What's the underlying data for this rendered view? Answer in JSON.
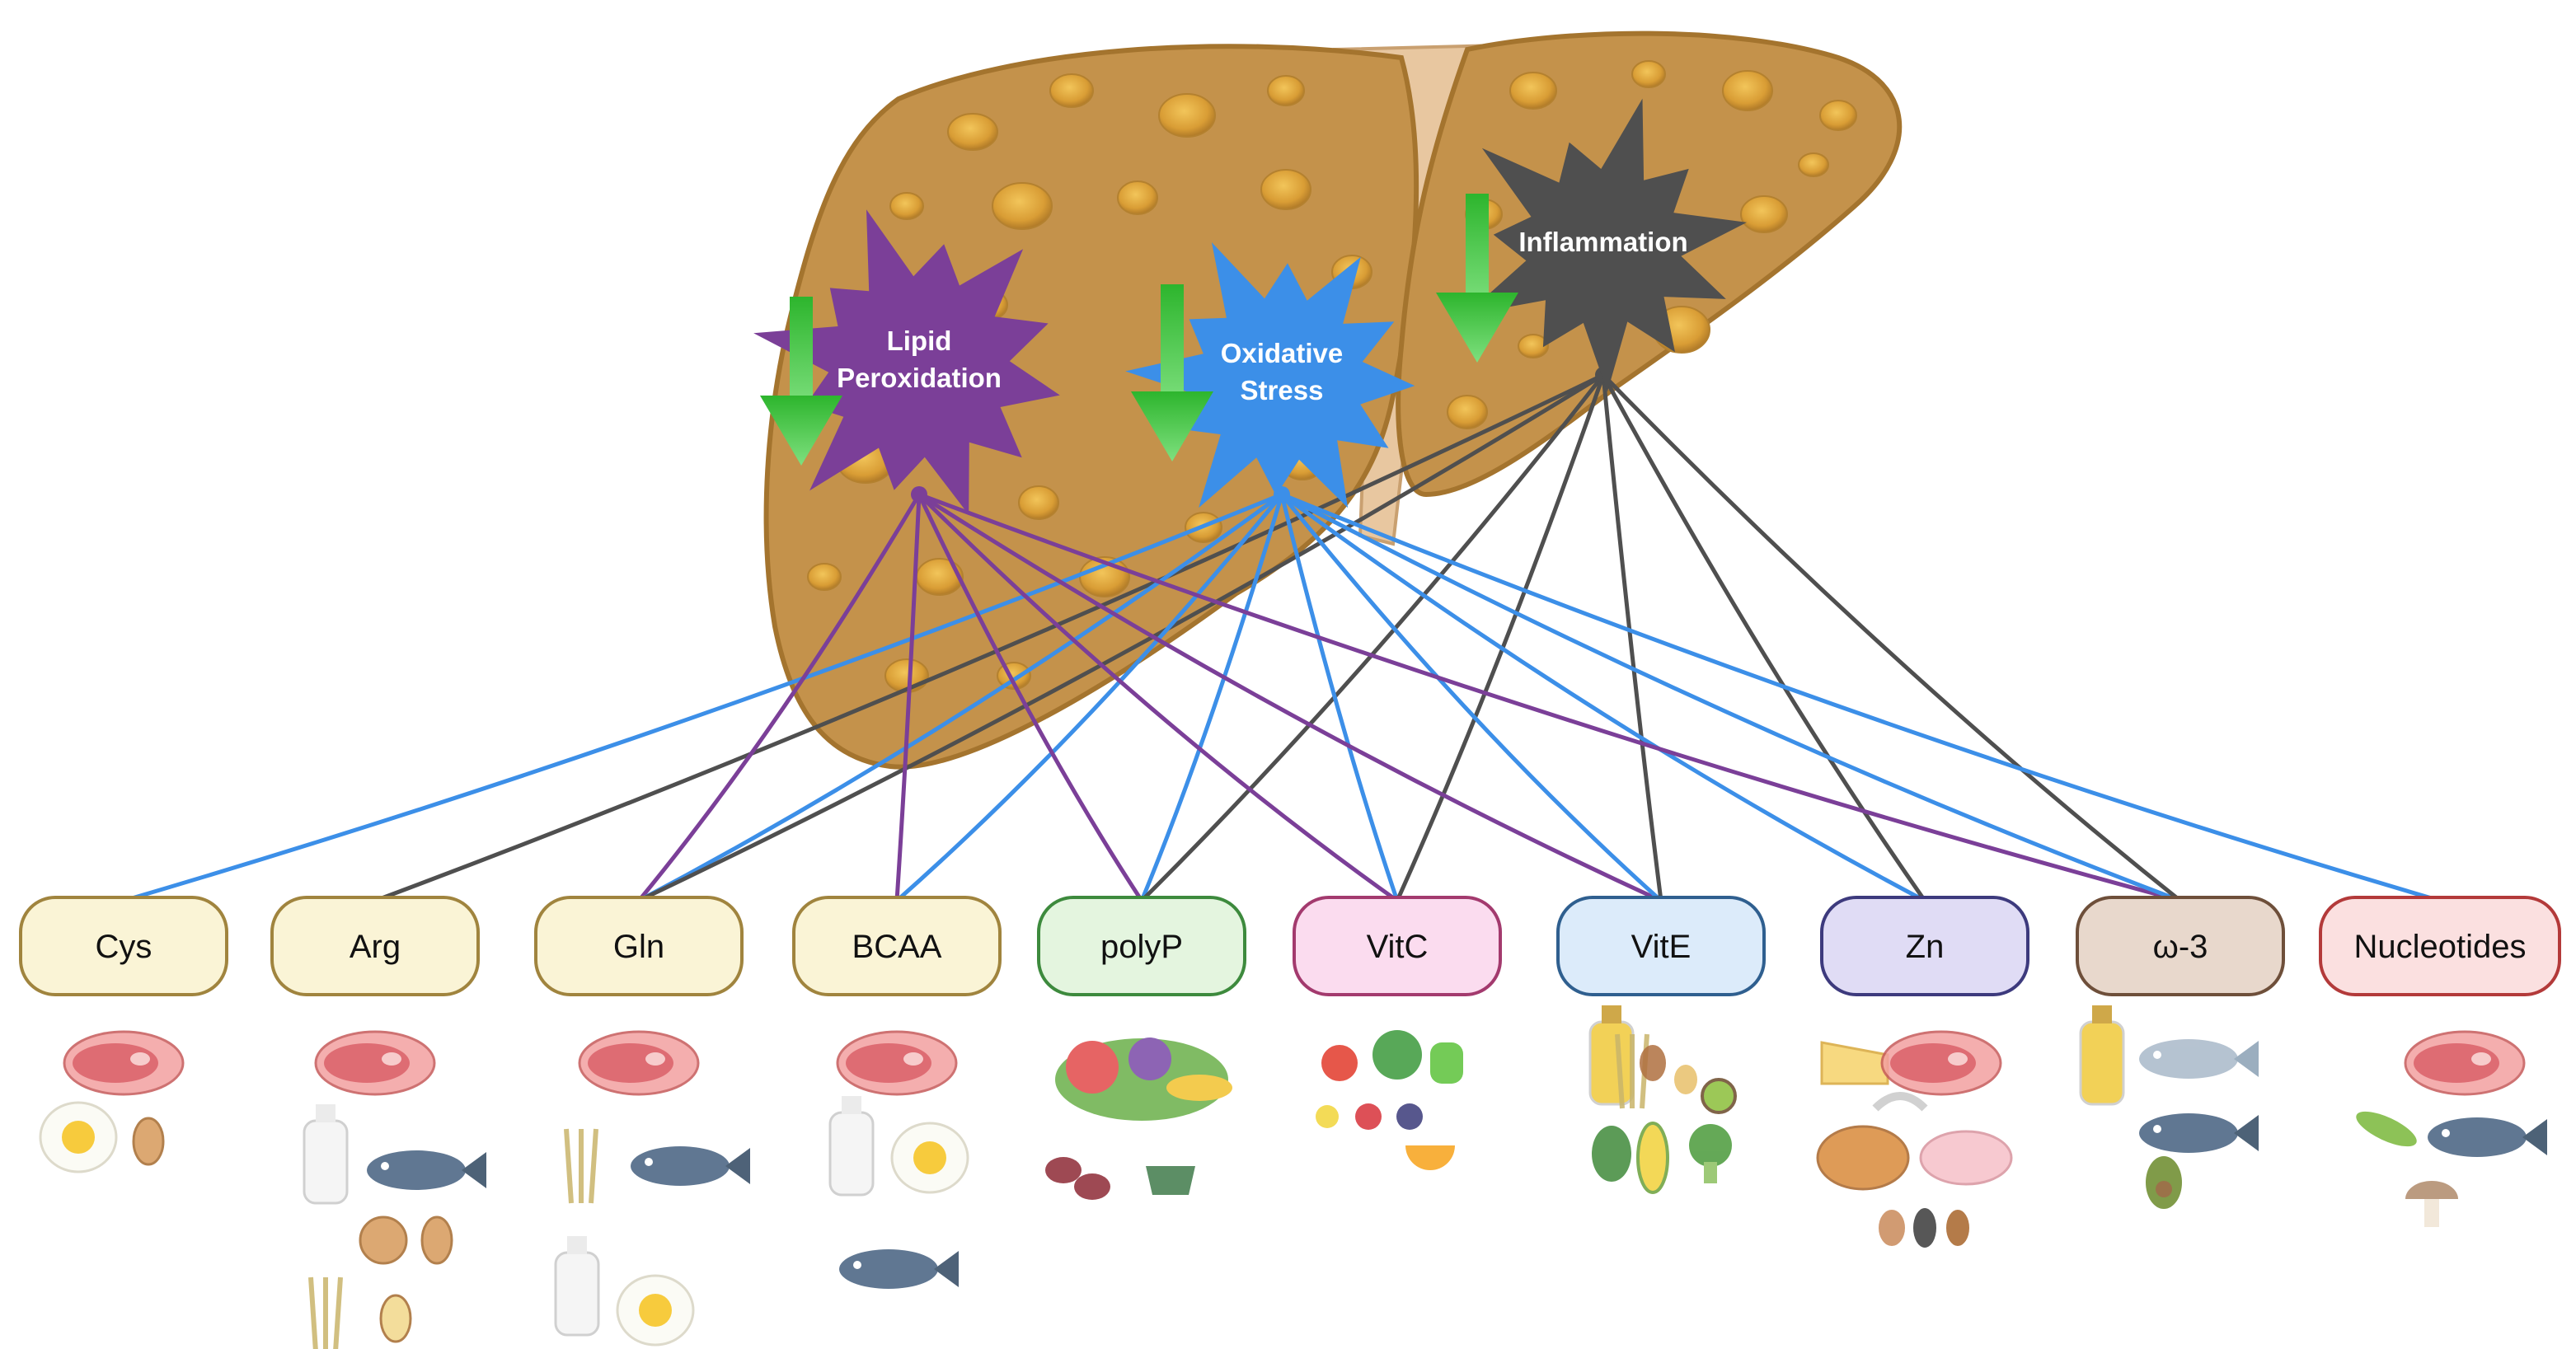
{
  "effects": {
    "lipid": {
      "label_line1": "Lipid",
      "label_line2": "Peroxidation",
      "color": "#7b3f98"
    },
    "oxidative": {
      "label_line1": "Oxidative",
      "label_line2": "Stress",
      "color": "#3c8fe8"
    },
    "inflammation": {
      "label": "Inflammation",
      "color": "#4f4f4f"
    }
  },
  "decrease_arrow_color": "#3ec43e",
  "liver_color": "#c4924b",
  "nutrients": [
    {
      "key": "cys",
      "label": "Cys",
      "fill": "#faf4d6",
      "stroke": "#a0843e",
      "targets": [
        "oxidative"
      ],
      "foods": [
        "steak",
        "egg",
        "nut"
      ]
    },
    {
      "key": "arg",
      "label": "Arg",
      "fill": "#faf4d6",
      "stroke": "#a0843e",
      "targets": [
        "inflammation"
      ],
      "foods": [
        "steak",
        "milk-bottle",
        "fish",
        "walnut",
        "nut",
        "wheat",
        "bean"
      ]
    },
    {
      "key": "gln",
      "label": "Gln",
      "fill": "#faf4d6",
      "stroke": "#a0843e",
      "targets": [
        "lipid",
        "oxidative",
        "inflammation"
      ],
      "foods": [
        "steak",
        "wheat",
        "fish",
        "milk-bottle",
        "egg"
      ]
    },
    {
      "key": "bcaa",
      "label": "BCAA",
      "fill": "#faf4d6",
      "stroke": "#a0843e",
      "targets": [
        "lipid",
        "oxidative"
      ],
      "foods": [
        "steak",
        "milk-bottle",
        "egg",
        "fish"
      ]
    },
    {
      "key": "polyp",
      "label": "polyP",
      "fill": "#e4f5df",
      "stroke": "#3d8a3d",
      "targets": [
        "lipid",
        "oxidative",
        "inflammation"
      ],
      "foods": [
        "fruit-basket",
        "beans",
        "tea-cup"
      ]
    },
    {
      "key": "vitc",
      "label": "VitC",
      "fill": "#fbdcef",
      "stroke": "#a33a6e",
      "targets": [
        "lipid",
        "oxidative",
        "inflammation"
      ],
      "foods": [
        "vegetables",
        "berries",
        "orange-slice"
      ]
    },
    {
      "key": "vite",
      "label": "VitE",
      "fill": "#dcebfa",
      "stroke": "#2f5f8f",
      "targets": [
        "lipid",
        "oxidative",
        "inflammation"
      ],
      "foods": [
        "oil-bottle",
        "wheat",
        "nuts",
        "kiwi",
        "spinach",
        "corn",
        "broccoli"
      ]
    },
    {
      "key": "zn",
      "label": "Zn",
      "fill": "#e0dcf5",
      "stroke": "#3d3a7d",
      "targets": [
        "oxidative",
        "inflammation"
      ],
      "foods": [
        "cheese",
        "steak",
        "shrimp",
        "chicken",
        "pig",
        "seeds"
      ]
    },
    {
      "key": "omega3",
      "label": "ω-3",
      "fill": "#e8d8cc",
      "stroke": "#6e4f3a",
      "targets": [
        "lipid",
        "oxidative",
        "inflammation"
      ],
      "foods": [
        "oil-bottle",
        "salmon",
        "fish",
        "avocado"
      ]
    },
    {
      "key": "nucleotides",
      "label": "Nucleotides",
      "fill": "#fbe0e0",
      "stroke": "#b33a3a",
      "targets": [
        "oxidative"
      ],
      "foods": [
        "steak",
        "pea-pod",
        "fish",
        "mushroom"
      ]
    }
  ]
}
